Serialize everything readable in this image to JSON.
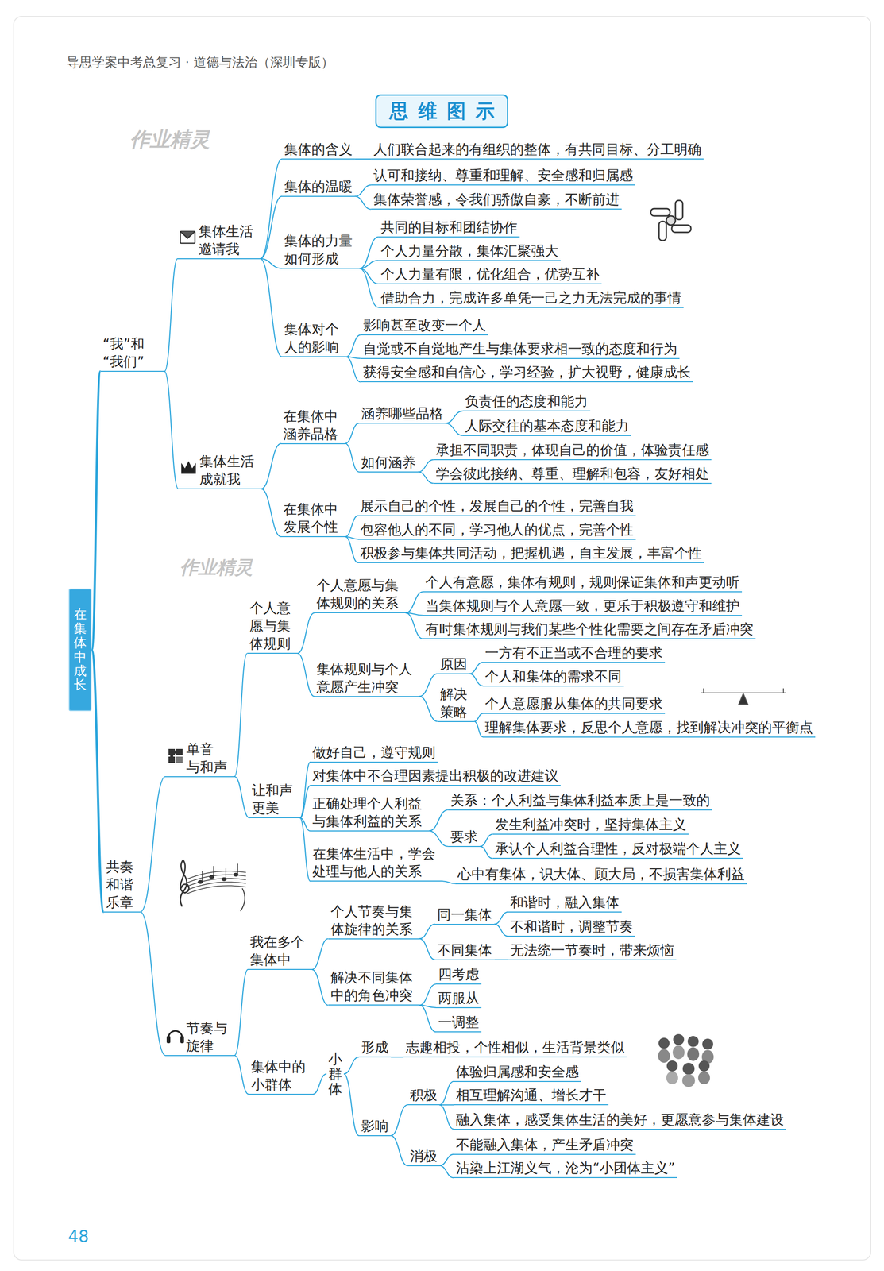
{
  "diagram": {
    "title": "思维图示",
    "nodes": [
      {
        "text": [
          "在集体中成长"
        ]
      },
      {
        "text": [
          "“我”和 “我们”"
        ]
      },
      {
        "text": [
          "集体生活 邀请我"
        ]
      },
      {
        "text": [
          "集体的含义"
        ]
      },
      {
        "text": [
          "人们联合起来的有组织的整体，有共同目标、分工明确"
        ]
      },
      {
        "text": [
          "集体的温暖"
        ]
      },
      {
        "text": [
          "认可和接纳、尊重和理解、安全感和归属感"
        ]
      },
      {
        "text": [
          "集体荣誉感，令我们骄傲自豪，不断前进"
        ]
      },
      {
        "text": [
          "集体的力量 如何形成"
        ]
      },
      {
        "text": [
          "共同的目标和团结协作"
        ]
      },
      {
        "text": [
          "个人力量分散，集体汇聚强大"
        ]
      },
      {
        "text": [
          "个人力量有限，优化组合，优势互补"
        ]
      },
      {
        "text": [
          "借助合力，完成许多单凭一己之力无法完成的事情"
        ]
      },
      {
        "text": [
          "集体对个 人的影响"
        ]
      },
      {
        "text": [
          "影响甚至改变一个人"
        ]
      },
      {
        "text": [
          "自觉或不自觉地产生与集体要求相一致的态度和行为"
        ]
      },
      {
        "text": [
          "获得安全感和自信心，学习经验，扩大视野，健康成长"
        ]
      },
      {
        "text": [
          "集体生活 成就我"
        ]
      },
      {
        "text": [
          "在集体中 涵养品格"
        ]
      },
      {
        "text": [
          "涵养哪些品格"
        ]
      },
      {
        "text": [
          "负责任的态度和能力"
        ]
      },
      {
        "text": [
          "人际交往的基本态度和能力"
        ]
      },
      {
        "text": [
          "如何涵养"
        ]
      },
      {
        "text": [
          "承担不同职责，体现自己的价值，体验责任感"
        ]
      },
      {
        "text": [
          "学会彼此接纳、尊重、理解和包容，友好相处"
        ]
      },
      {
        "text": [
          "在集体中 发展个性"
        ]
      },
      {
        "text": [
          "展示自己的个性，发展自己的个性，完善自我"
        ]
      },
      {
        "text": [
          "包容他人的不同，学习他人的优点，完善个性"
        ]
      },
      {
        "text": [
          "积极参与集体共同活动，把握机遇，自主发展，丰富个性"
        ]
      },
      {
        "text": [
          "共奏 和谐 乐章"
        ]
      },
      {
        "text": [
          "单音 与和声"
        ]
      },
      {
        "text": [
          "个人意 愿与集 体规则"
        ]
      },
      {
        "text": [
          "个人意愿与集 体规则的关系"
        ]
      },
      {
        "text": [
          "个人有意愿，集体有规则，规则保证集体和声更动听"
        ]
      },
      {
        "text": [
          "当集体规则与个人意愿一致，更乐于积极遵守和维护"
        ]
      },
      {
        "text": [
          "有时集体规则与我们某些个性化需要之间存在矛盾冲突"
        ]
      },
      {
        "text": [
          "集体规则与个人 意愿产生冲突"
        ]
      },
      {
        "text": [
          "原因"
        ]
      },
      {
        "text": [
          "一方有不正当或不合理的要求"
        ]
      },
      {
        "text": [
          "个人和集体的需求不同"
        ]
      },
      {
        "text": [
          "解决 策略"
        ]
      },
      {
        "text": [
          "个人意愿服从集体的共同要求"
        ]
      },
      {
        "text": [
          "理解集体要求，反思个人意愿，找到解决冲突的平衡点"
        ]
      },
      {
        "text": [
          "让和声 更美"
        ]
      },
      {
        "text": [
          "做好自己，遵守规则"
        ]
      },
      {
        "text": [
          "对集体中不合理因素提出积极的改进建议"
        ]
      },
      {
        "text": [
          "正确处理个人利益 与集体利益的关系"
        ]
      },
      {
        "text": [
          "关系：个人利益与集体利益本质上是一致的"
        ]
      },
      {
        "text": [
          "要求"
        ]
      },
      {
        "text": [
          "发生利益冲突时，坚持集体主义"
        ]
      },
      {
        "text": [
          "承认个人利益合理性，反对极端个人主义"
        ]
      },
      {
        "text": [
          "在集体生活中，学会 处理与他人的关系"
        ]
      },
      {
        "text": [
          "心中有集体，识大体、顾大局，不损害集体利益"
        ]
      },
      {
        "text": [
          "节奏与 旋律"
        ]
      },
      {
        "text": [
          "我在多个 集体中"
        ]
      },
      {
        "text": [
          "个人节奏与集 体旋律的关系"
        ]
      },
      {
        "text": [
          "同一集体"
        ]
      },
      {
        "text": [
          "和谐时，融入集体"
        ]
      },
      {
        "text": [
          "不和谐时，调整节奏"
        ]
      },
      {
        "text": [
          "不同集体"
        ]
      },
      {
        "text": [
          "无法统一节奏时，带来烦恼"
        ]
      },
      {
        "text": [
          "解决不同集体 中的角色冲突"
        ]
      },
      {
        "text": [
          "四考虑"
        ]
      },
      {
        "text": [
          "两服从"
        ]
      },
      {
        "text": [
          "一调整"
        ]
      },
      {
        "text": [
          "集体中的 小群体"
        ]
      },
      {
        "text": [
          "小群体"
        ]
      },
      {
        "text": [
          "形成"
        ]
      },
      {
        "text": [
          "志趣相投，个性相似，生活背景类似"
        ]
      },
      {
        "text": [
          "影响"
        ]
      },
      {
        "text": [
          "积极"
        ]
      },
      {
        "text": [
          "体验归属感和安全感"
        ]
      },
      {
        "text": [
          "相互理解沟通、增长才干"
        ]
      },
      {
        "text": [
          "融入集体，感受集体生活的美好，更愿意参与集体建设"
        ]
      },
      {
        "text": [
          "消极"
        ]
      },
      {
        "text": [
          "不能融入集体，产生矛盾冲突"
        ]
      },
      {
        "text": [
          "沾染上江湖义气，沦为“小团体主义”"
        ]
      }
    ],
    "edges": [
      {
        "from": 0,
        "to": 1,
        "arrow": "none"
      },
      {
        "from": 0,
        "to": 29,
        "arrow": "none"
      },
      {
        "from": 1,
        "to": 2,
        "arrow": "none"
      },
      {
        "from": 1,
        "to": 17,
        "arrow": "none"
      },
      {
        "from": 2,
        "to": 3,
        "arrow": "none"
      },
      {
        "from": 2,
        "to": 5,
        "arrow": "none"
      },
      {
        "from": 2,
        "to": 8,
        "arrow": "none"
      },
      {
        "from": 2,
        "to": 13,
        "arrow": "none"
      },
      {
        "from": 3,
        "to": 4,
        "arrow": "none"
      },
      {
        "from": 5,
        "to": 6,
        "arrow": "none"
      },
      {
        "from": 5,
        "to": 7,
        "arrow": "none"
      },
      {
        "from": 8,
        "to": 9,
        "arrow": "none"
      },
      {
        "from": 8,
        "to": 10,
        "arrow": "none"
      },
      {
        "from": 8,
        "to": 11,
        "arrow": "none"
      },
      {
        "from": 8,
        "to": 12,
        "arrow": "none"
      },
      {
        "from": 13,
        "to": 14,
        "arrow": "none"
      },
      {
        "from": 13,
        "to": 15,
        "arrow": "none"
      },
      {
        "from": 13,
        "to": 16,
        "arrow": "none"
      },
      {
        "from": 17,
        "to": 18,
        "arrow": "none"
      },
      {
        "from": 17,
        "to": 25,
        "arrow": "none"
      },
      {
        "from": 18,
        "to": 19,
        "arrow": "none"
      },
      {
        "from": 18,
        "to": 22,
        "arrow": "none"
      },
      {
        "from": 19,
        "to": 20,
        "arrow": "none"
      },
      {
        "from": 19,
        "to": 21,
        "arrow": "none"
      },
      {
        "from": 22,
        "to": 23,
        "arrow": "none"
      },
      {
        "from": 22,
        "to": 24,
        "arrow": "none"
      },
      {
        "from": 25,
        "to": 26,
        "arrow": "none"
      },
      {
        "from": 25,
        "to": 27,
        "arrow": "none"
      },
      {
        "from": 25,
        "to": 28,
        "arrow": "none"
      },
      {
        "from": 29,
        "to": 30,
        "arrow": "none"
      },
      {
        "from": 29,
        "to": 53,
        "arrow": "none"
      },
      {
        "from": 30,
        "to": 31,
        "arrow": "none"
      },
      {
        "from": 30,
        "to": 43,
        "arrow": "none"
      },
      {
        "from": 31,
        "to": 32,
        "arrow": "none"
      },
      {
        "from": 31,
        "to": 36,
        "arrow": "none"
      },
      {
        "from": 32,
        "to": 33,
        "arrow": "none"
      },
      {
        "from": 32,
        "to": 34,
        "arrow": "none"
      },
      {
        "from": 32,
        "to": 35,
        "arrow": "none"
      },
      {
        "from": 36,
        "to": 37,
        "arrow": "none"
      },
      {
        "from": 36,
        "to": 40,
        "arrow": "none"
      },
      {
        "from": 37,
        "to": 38,
        "arrow": "none"
      },
      {
        "from": 37,
        "to": 39,
        "arrow": "none"
      },
      {
        "from": 40,
        "to": 41,
        "arrow": "none"
      },
      {
        "from": 40,
        "to": 42,
        "arrow": "none"
      },
      {
        "from": 43,
        "to": 44,
        "arrow": "none"
      },
      {
        "from": 43,
        "to": 45,
        "arrow": "none"
      },
      {
        "from": 43,
        "to": 46,
        "arrow": "none"
      },
      {
        "from": 43,
        "to": 51,
        "arrow": "none"
      },
      {
        "from": 46,
        "to": 47,
        "arrow": "none"
      },
      {
        "from": 46,
        "to": 48,
        "arrow": "none"
      },
      {
        "from": 48,
        "to": 49,
        "arrow": "none"
      },
      {
        "from": 48,
        "to": 50,
        "arrow": "none"
      },
      {
        "from": 51,
        "to": 52,
        "arrow": "none"
      },
      {
        "from": 53,
        "to": 54,
        "arrow": "none"
      },
      {
        "from": 53,
        "to": 65,
        "arrow": "none"
      },
      {
        "from": 54,
        "to": 55,
        "arrow": "none"
      },
      {
        "from": 54,
        "to": 61,
        "arrow": "none"
      },
      {
        "from": 55,
        "to": 56,
        "arrow": "none"
      },
      {
        "from": 55,
        "to": 59,
        "arrow": "none"
      },
      {
        "from": 56,
        "to": 57,
        "arrow": "none"
      },
      {
        "from": 56,
        "to": 58,
        "arrow": "none"
      },
      {
        "from": 59,
        "to": 60,
        "arrow": "none"
      },
      {
        "from": 61,
        "to": 62,
        "arrow": "none"
      },
      {
        "from": 61,
        "to": 63,
        "arrow": "none"
      },
      {
        "from": 61,
        "to": 64,
        "arrow": "none"
      },
      {
        "from": 65,
        "to": 66,
        "arrow": "none"
      },
      {
        "from": 66,
        "to": 67,
        "arrow": "none"
      },
      {
        "from": 66,
        "to": 69,
        "arrow": "none"
      },
      {
        "from": 67,
        "to": 68,
        "arrow": "none"
      },
      {
        "from": 69,
        "to": 70,
        "arrow": "none"
      },
      {
        "from": 69,
        "to": 74,
        "arrow": "none"
      },
      {
        "from": 70,
        "to": 71,
        "arrow": "none"
      },
      {
        "from": 70,
        "to": 72,
        "arrow": "none"
      },
      {
        "from": 70,
        "to": 73,
        "arrow": "none"
      },
      {
        "from": 74,
        "to": 75,
        "arrow": "none"
      },
      {
        "from": 74,
        "to": 76,
        "arrow": "none"
      }
    ],
    "labels": [
      "导思学案中考总复习 · 道德与法治（深圳专版）",
      "作业精灵",
      "作业精灵",
      "48"
    ]
  }
}
